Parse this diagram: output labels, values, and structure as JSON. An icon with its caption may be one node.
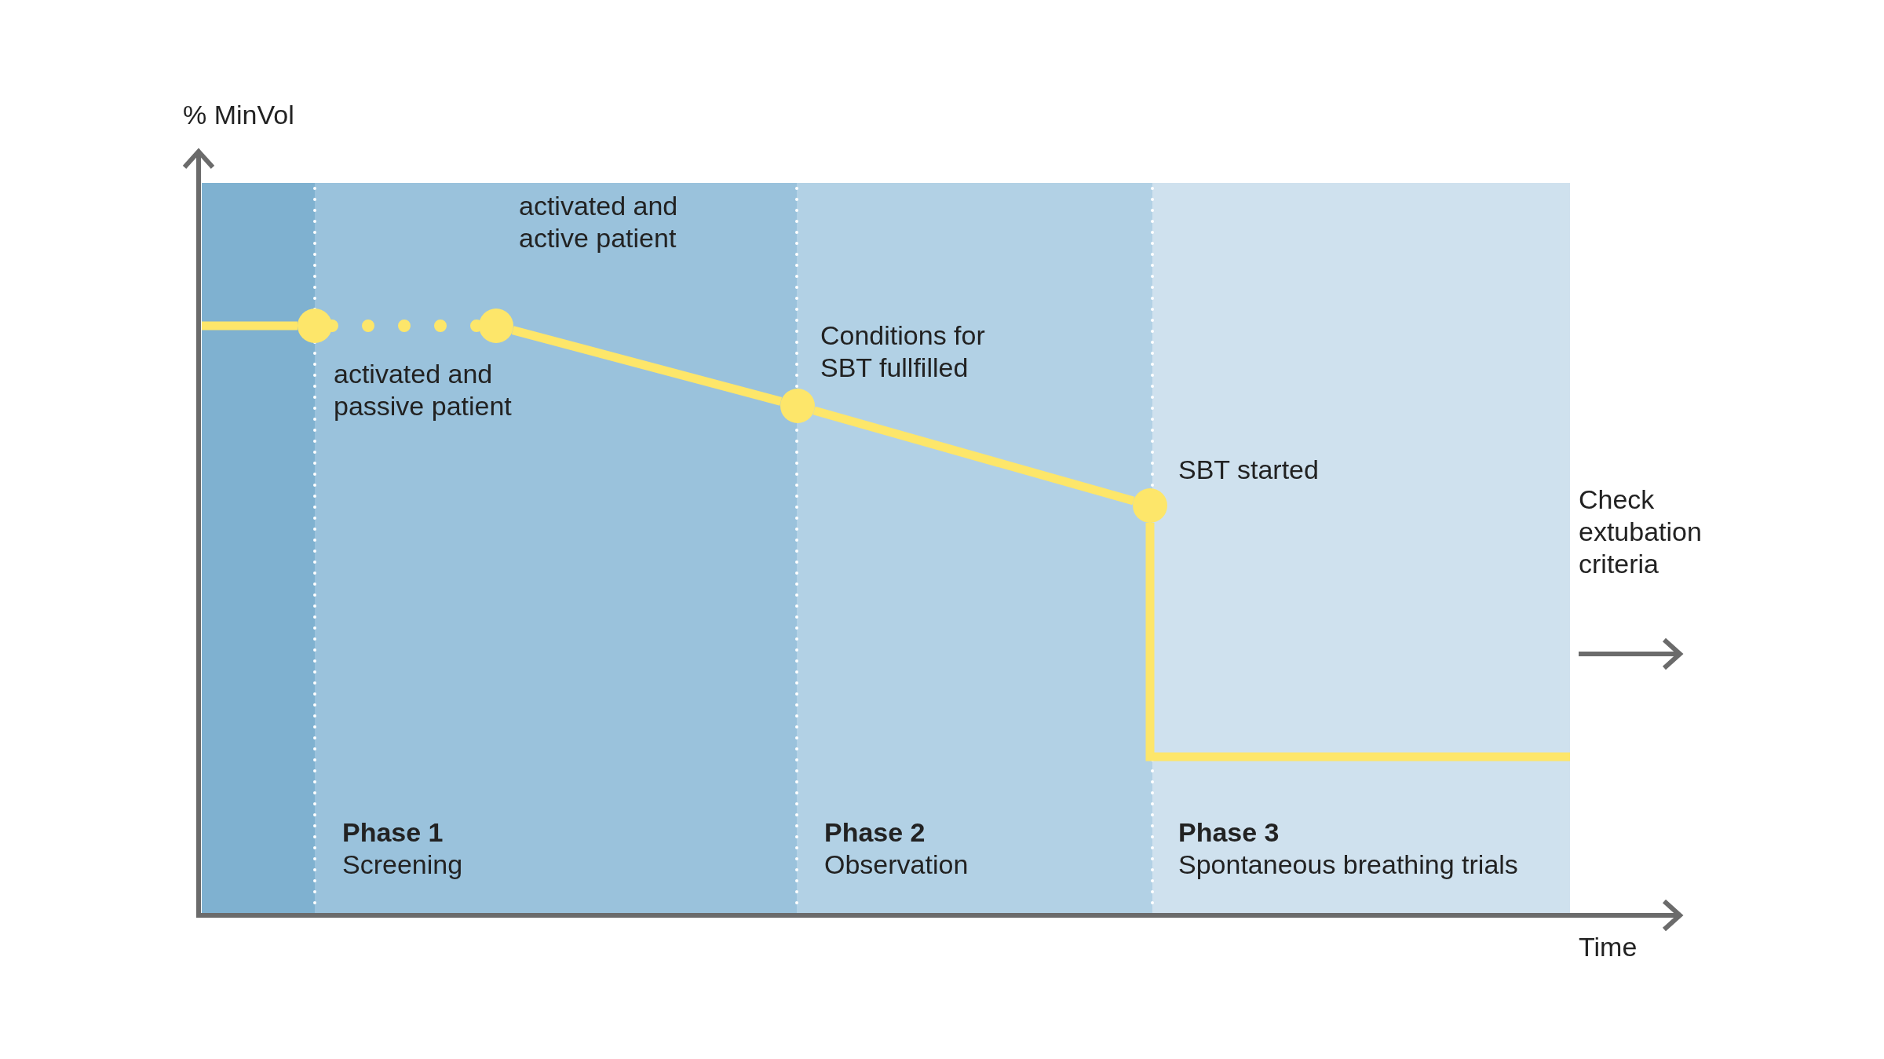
{
  "diagram": {
    "nodes": [
      {
        "text": [],
        "shape": "circle",
        "beside": [
          "activated and passive patient"
        ]
      },
      {
        "text": [],
        "shape": "circle",
        "beside": [
          "activated and active patient"
        ]
      },
      {
        "text": [],
        "shape": "circle",
        "beside": [
          "Conditions for SBT fullfilled"
        ]
      },
      {
        "text": [],
        "shape": "circle",
        "beside": [
          "SBT started"
        ]
      }
    ],
    "edges": [
      {
        "from": null,
        "to": 0,
        "arrow": "none"
      },
      {
        "from": 0,
        "to": 1,
        "arrow": "none",
        "style": "dashed"
      },
      {
        "from": 1,
        "to": 2,
        "arrow": "none"
      },
      {
        "from": 2,
        "to": 3,
        "arrow": "none"
      },
      {
        "from": 3,
        "to": null,
        "arrow": "none"
      }
    ],
    "labels": [
      "% MinVol",
      "Check extubation criteria",
      "Phase 1",
      "Screening",
      "Phase 2",
      "Observation",
      "Phase 3",
      "Spontaneous breathing trials",
      "Time"
    ]
  }
}
